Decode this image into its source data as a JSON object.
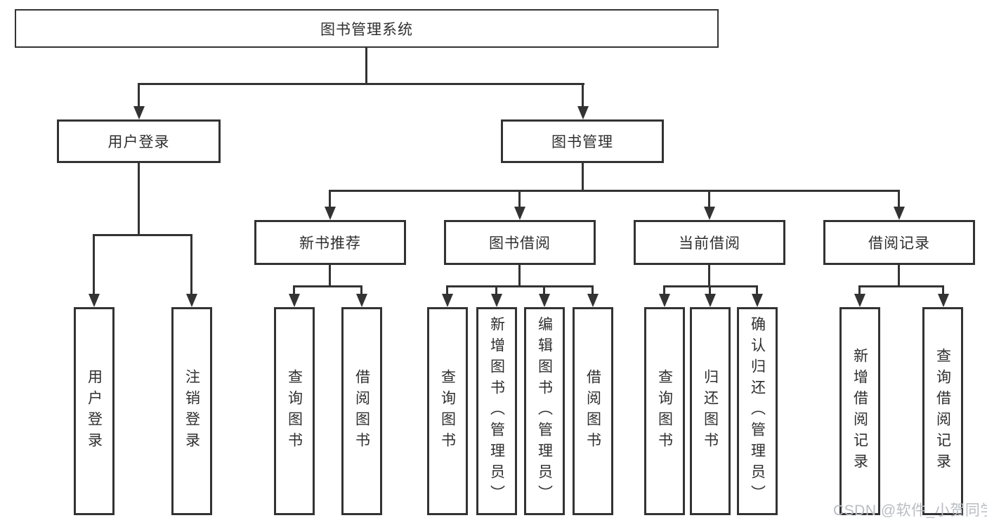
{
  "title": "图书管理系统",
  "watermark": "CSDN @软件_小贺同学",
  "colors": {
    "line": "#333333",
    "text": "#2f2f2f",
    "box_background": "#ffffff",
    "page_background": "#ffffff",
    "watermark": "#b9bcc2"
  },
  "nodes": {
    "root": "图书管理系统",
    "user_login": "用户登录",
    "book_management": "图书管理",
    "new_book_recommend": "新书推荐",
    "book_borrow": "图书借阅",
    "current_borrow": "当前借阅",
    "borrow_records": "借阅记录",
    "leaf_user_login": "用户登录",
    "leaf_logout": "注销登录",
    "leaf_query_books_rec": "查询图书",
    "leaf_borrow_books_rec": "借阅图书",
    "leaf_query_books_borrow": "查询图书",
    "leaf_add_books": "新增图书（管理员）",
    "leaf_edit_books": "编辑图书（管理员）",
    "leaf_borrow_books_borrow": "借阅图书",
    "leaf_query_books_current": "查询图书",
    "leaf_return_books": "归还图书",
    "leaf_confirm_return": "确认归还（管理员）",
    "leaf_add_borrow_record": "新增借阅记录",
    "leaf_query_borrow_record": "查询借阅记录"
  },
  "hierarchy": {
    "图书管理系统": {
      "用户登录": [
        "用户登录",
        "注销登录"
      ],
      "图书管理": {
        "新书推荐": [
          "查询图书",
          "借阅图书"
        ],
        "图书借阅": [
          "查询图书",
          "新增图书（管理员）",
          "编辑图书（管理员）",
          "借阅图书"
        ],
        "当前借阅": [
          "查询图书",
          "归还图书",
          "确认归还（管理员）"
        ],
        "借阅记录": [
          "新增借阅记录",
          "查询借阅记录"
        ]
      }
    }
  }
}
